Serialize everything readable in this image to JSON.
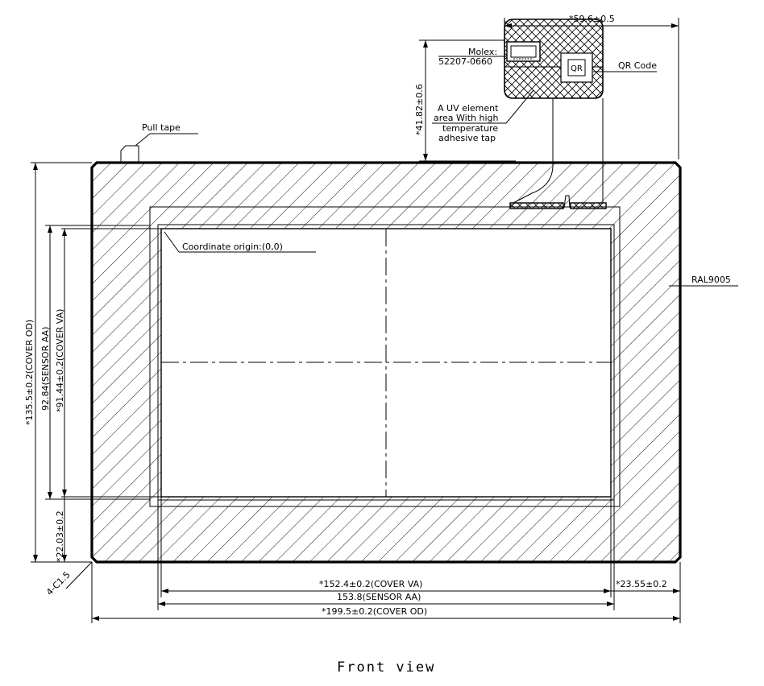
{
  "drawing": {
    "view_title": "Front view",
    "labels": {
      "pull_tape": "Pull tape",
      "molex_line1": "Molex:",
      "molex_line2": "52207-0660",
      "qr_code": "QR Code",
      "uv_line1": "A UV element",
      "uv_line2": "area With high",
      "uv_line3": "temperature",
      "uv_line4": "adhesive tap",
      "origin": "Coordinate origin:(0,0)",
      "ral": "RAL9005",
      "chamfer": "4-C1.5",
      "qr_inner": "QR"
    },
    "dimensions": {
      "fpc_width": "*59.6±0.5",
      "fpc_height": "*41.82±0.6",
      "cover_od_height": "*135.5±0.2(COVER OD)",
      "sensor_aa_height": "92.84(SENSOR AA)",
      "cover_va_height": "*91.44±0.2(COVER VA)",
      "bottom_offset": "*22.03±0.2",
      "cover_va_width": "*152.4±0.2(COVER VA)",
      "sensor_aa_width": "153.8(SENSOR AA)",
      "cover_od_width": "*199.5±0.2(COVER OD)",
      "right_offset": "*23.55±0.2"
    },
    "colors": {
      "ink": "#000000",
      "background": "#ffffff"
    }
  }
}
